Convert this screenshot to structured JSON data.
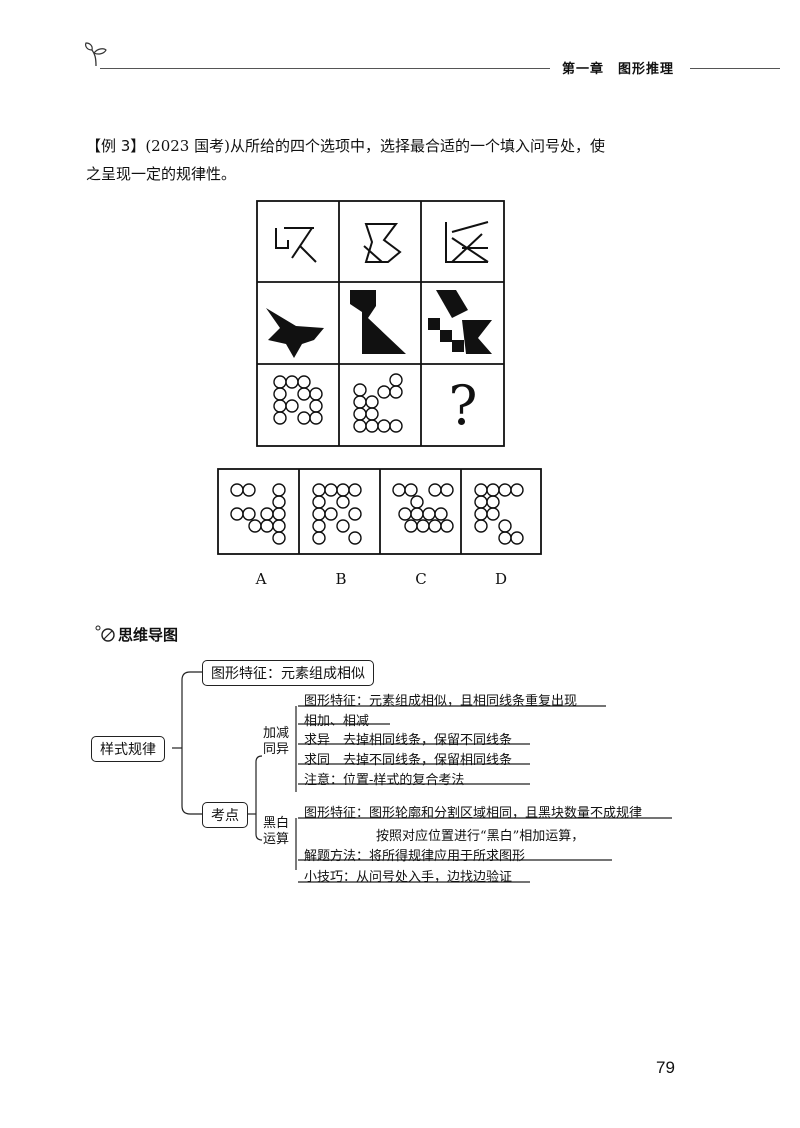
{
  "header": {
    "title": "第一章　图形推理"
  },
  "question": {
    "tag": "【例 3】",
    "source": "(2023 国考)",
    "text_line1": "从所给的四个选项中，选择最合适的一个填入问号处，使",
    "text_line2": "之呈现一定的规律性。"
  },
  "puzzle": {
    "question_mark": "?"
  },
  "options": [
    "A",
    "B",
    "C",
    "D"
  ],
  "mindmap": {
    "title": "思维导图",
    "root": "样式规律",
    "branch1": "图形特征：元素组成相似",
    "branch2": "考点",
    "group1_label": [
      "加减",
      "同异"
    ],
    "group1_items": [
      "图形特征：元素组成相似，且相同线条重复出现",
      "相加、相减",
      "求异　去掉相同线条，保留不同线条",
      "求同　去掉不同线条，保留相同线条",
      "注意：位置-样式的复合考法"
    ],
    "group2_label": [
      "黑白",
      "运算"
    ],
    "group2_items": [
      "图形特征：图形轮廓和分割区域相同，且黑块数量不成规律",
      "按照对应位置进行“黑白”相加运算，",
      "解题方法：将所得规律应用于所求图形",
      "小技巧：从问号处入手，边找边验证"
    ]
  },
  "page_number": "79"
}
